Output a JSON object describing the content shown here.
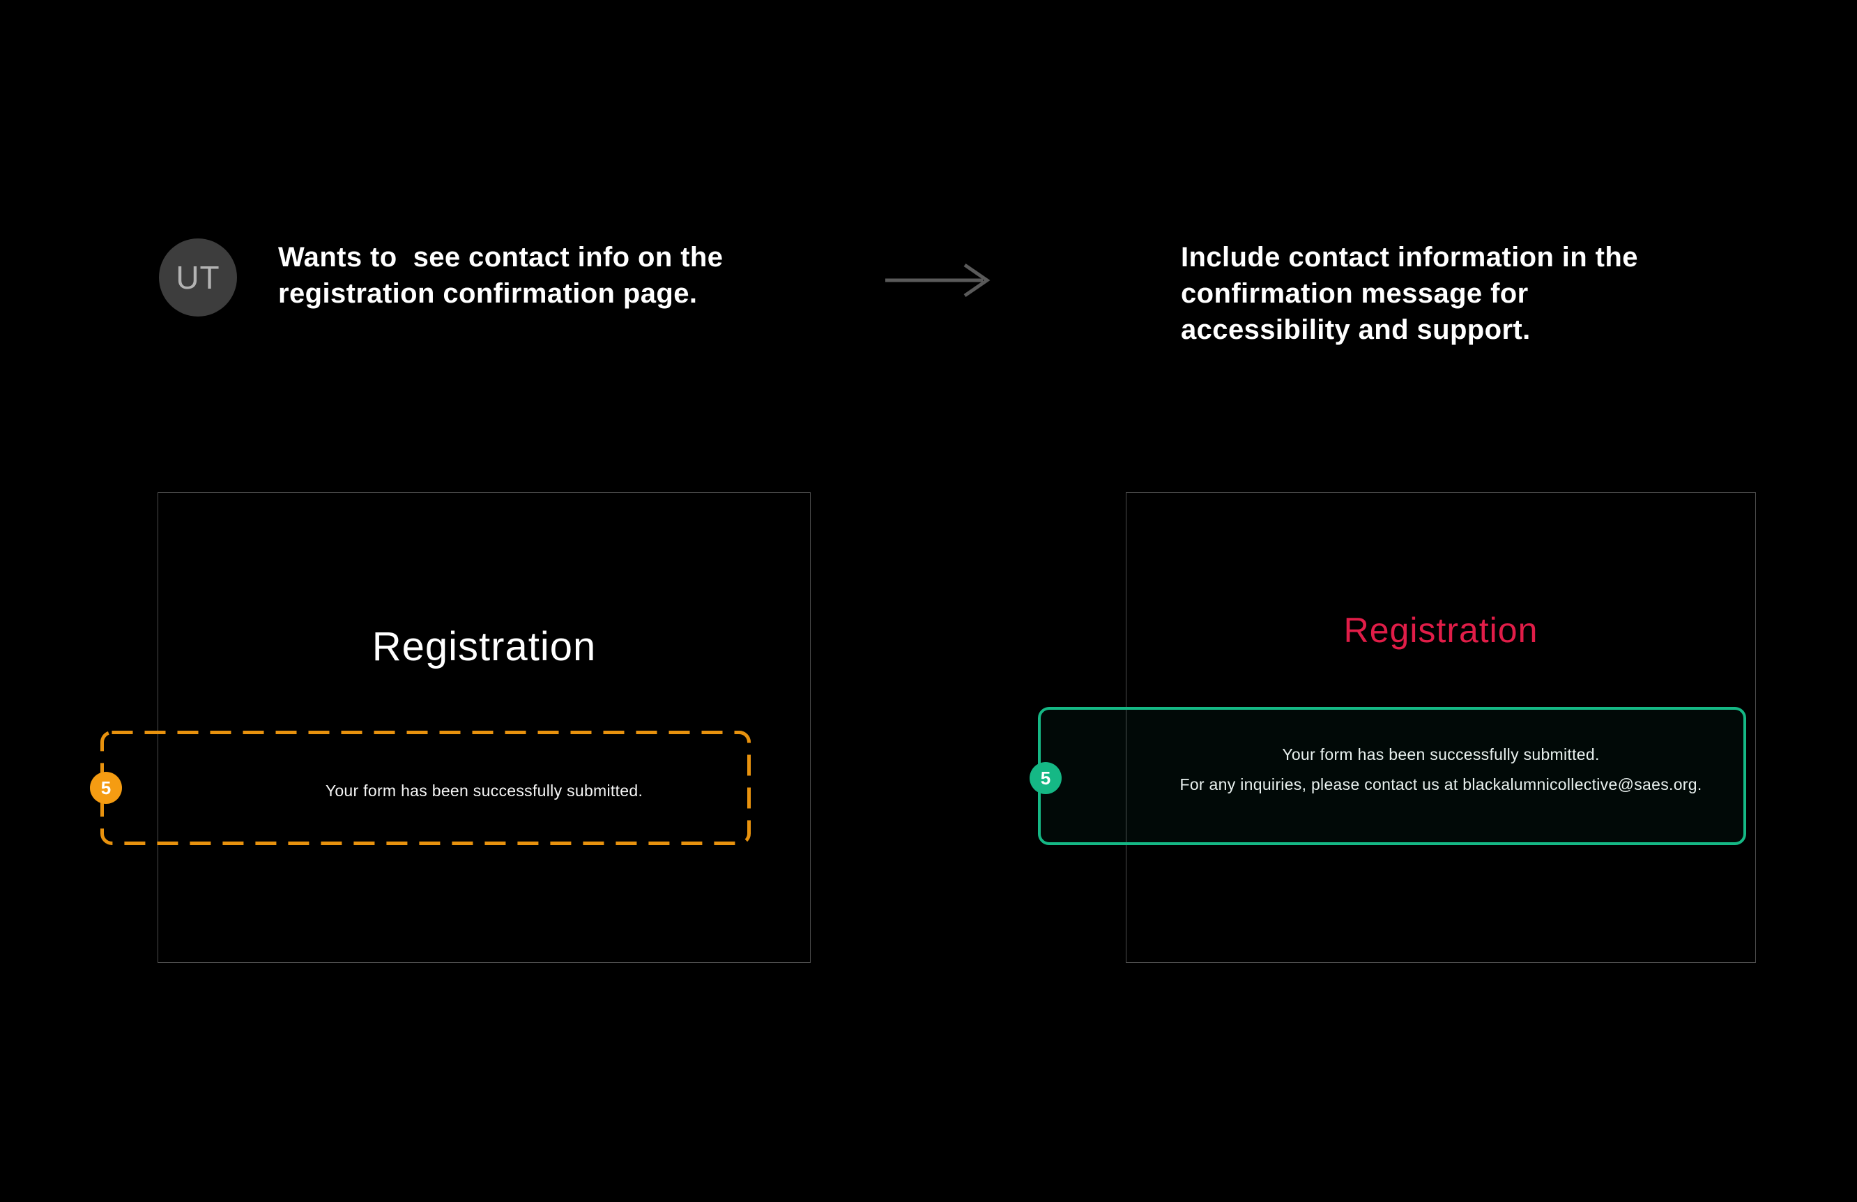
{
  "colors": {
    "background": "#000000",
    "panel_border": "#4d4d4d",
    "highlight_orange": "#e8920e",
    "badge_orange": "#f59c12",
    "highlight_green": "#15b885",
    "title_red": "#e11d48",
    "arrow_gray": "#5a5a5a",
    "avatar_bg": "#3d3d3d",
    "avatar_text": "#b3b3b3",
    "heading_text": "#ffffff",
    "message_text": "#f5f5f5"
  },
  "annotation": {
    "avatar_initials": "UT",
    "user_request": "Wants to  see contact info on the\nregistration confirmation page.",
    "recommendation": "Include contact information in the\nconfirmation message for\naccessibility and support."
  },
  "before": {
    "title": "Registration",
    "message": "Your form has been successfully submitted.",
    "badge": "5"
  },
  "after": {
    "title": "Registration",
    "message_line1": "Your form has been successfully submitted.",
    "message_line2": "For any inquiries, please contact us at blackalumnicollective@saes.org.",
    "badge": "5"
  }
}
